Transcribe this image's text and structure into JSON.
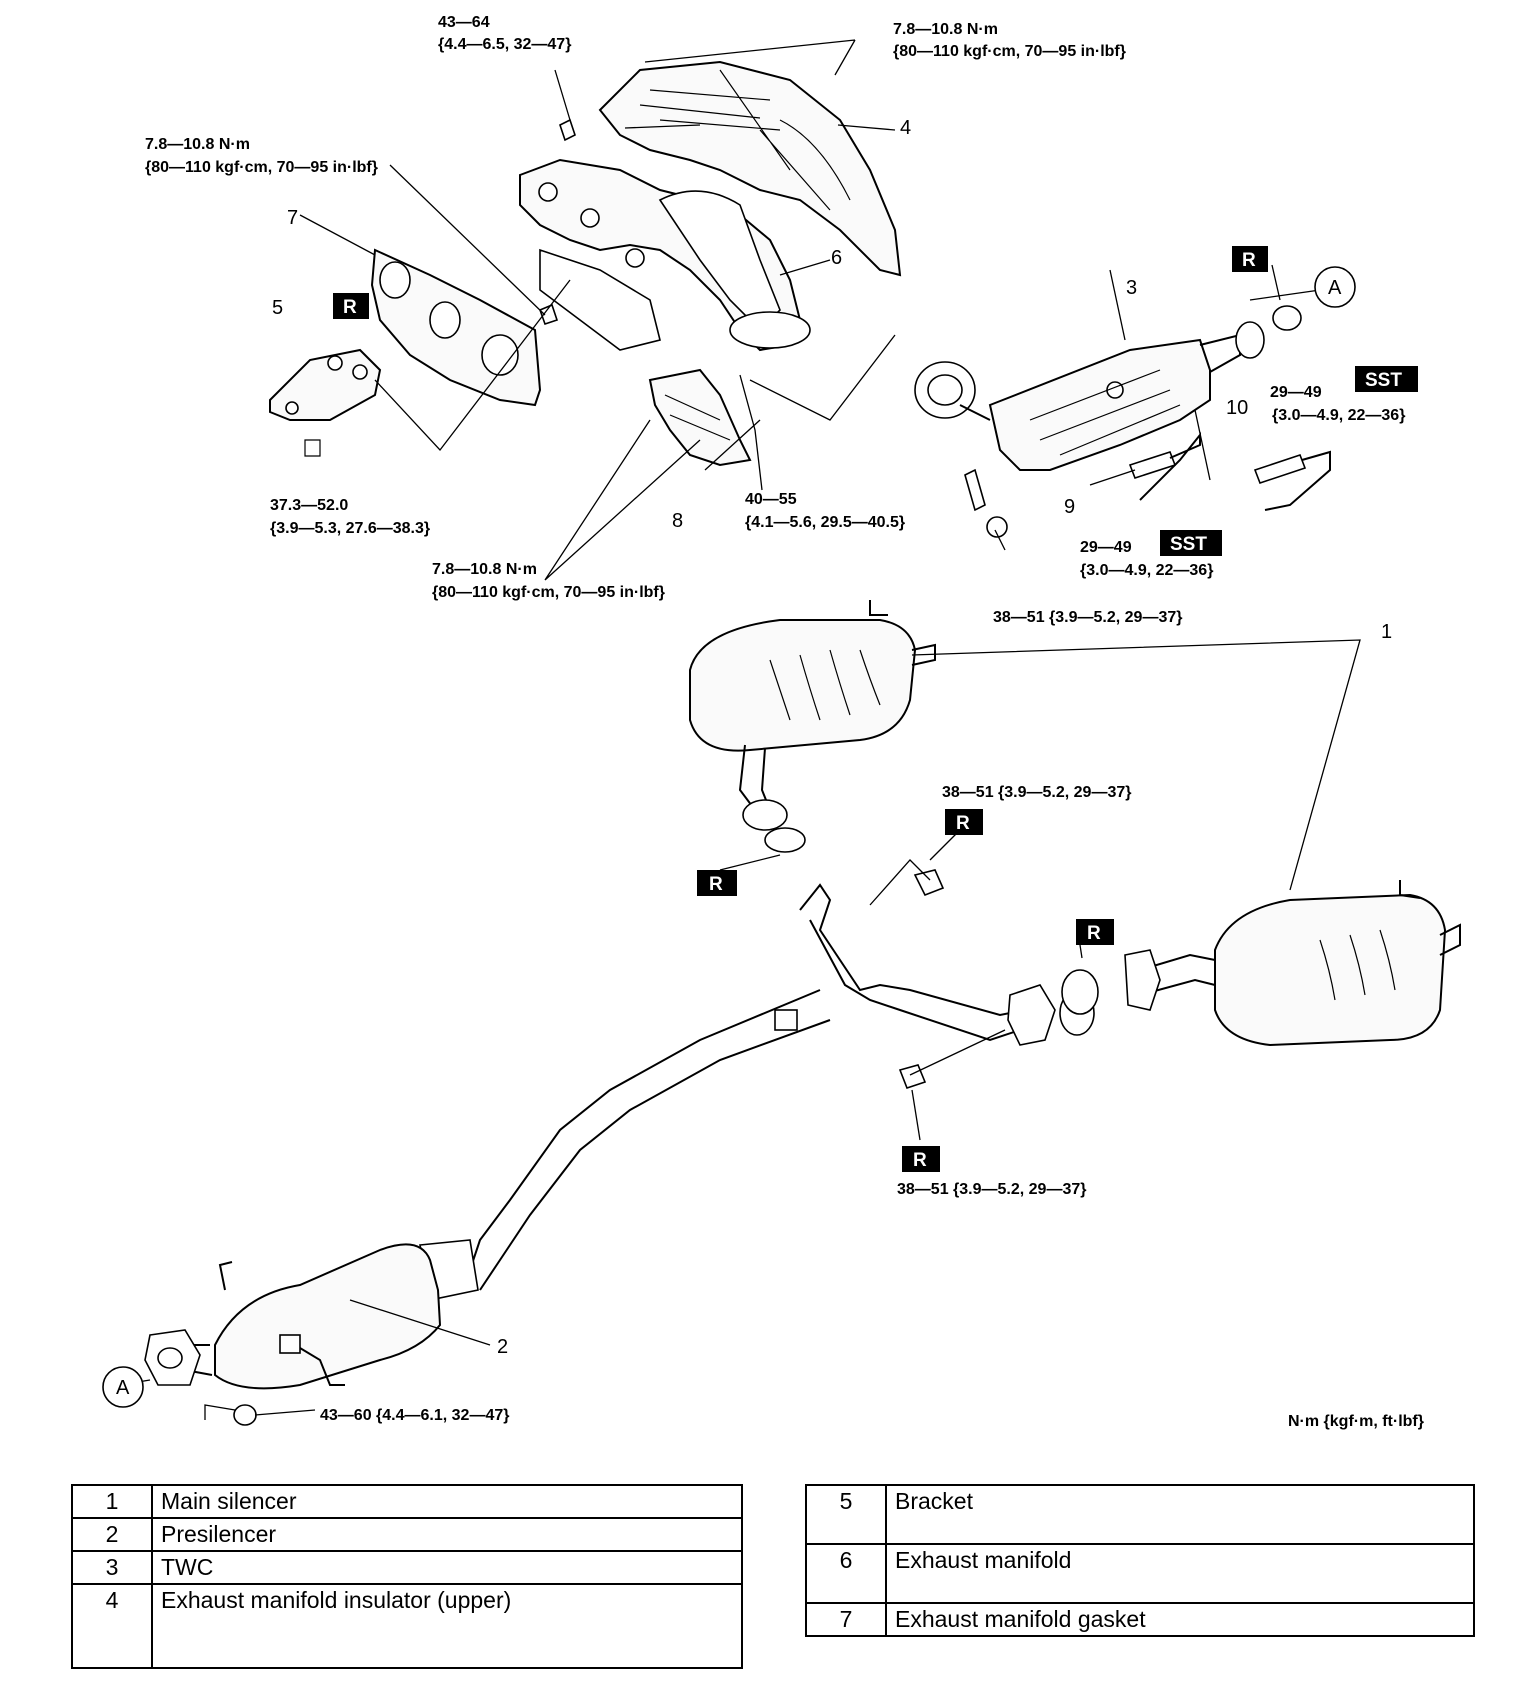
{
  "torque_labels": {
    "t_43_64": [
      "43—64",
      "{4.4—6.5, 32—47}"
    ],
    "t_78_top_right": [
      "7.8—10.8 N·m",
      "{80—110 kgf·cm, 70—95 in·lbf}"
    ],
    "t_78_left": [
      "7.8—10.8 N·m",
      "{80—110 kgf·cm, 70—95 in·lbf}"
    ],
    "t_373_520": [
      "37.3—52.0",
      "{3.9—5.3, 27.6—38.3}"
    ],
    "t_78_bottom": [
      "7.8—10.8 N·m",
      "{80—110 kgf·cm, 70—95 in·lbf}"
    ],
    "t_40_55": [
      "40—55",
      "{4.1—5.6, 29.5—40.5}"
    ],
    "t_29_49_a": [
      "29—49",
      "{3.0—4.9, 22—36}"
    ],
    "t_29_49_b": [
      "29—49",
      "{3.0—4.9, 22—36}"
    ],
    "t_38_51_a": "38—51 {3.9—5.2, 29—37}",
    "t_38_51_b": "38—51 {3.9—5.2, 29—37}",
    "t_38_51_c": "38—51 {3.9—5.2, 29—37}",
    "t_43_60": "43—60 {4.4—6.1, 32—47}"
  },
  "units_note": "N·m {kgf·m, ft·lbf}",
  "callouts": [
    "1",
    "2",
    "3",
    "4",
    "5",
    "6",
    "7",
    "8",
    "9",
    "10"
  ],
  "connector": "A",
  "badges": {
    "replace": "R",
    "sst": "SST"
  },
  "legend_left": [
    {
      "num": "1",
      "name": "Main silencer"
    },
    {
      "num": "2",
      "name": "Presilencer"
    },
    {
      "num": "3",
      "name": "TWC"
    },
    {
      "num": "4",
      "name": "Exhaust manifold insulator (upper)"
    }
  ],
  "legend_right": [
    {
      "num": "5",
      "name": "Bracket"
    },
    {
      "num": "6",
      "name": "Exhaust manifold"
    },
    {
      "num": "7",
      "name": "Exhaust manifold gasket"
    }
  ]
}
